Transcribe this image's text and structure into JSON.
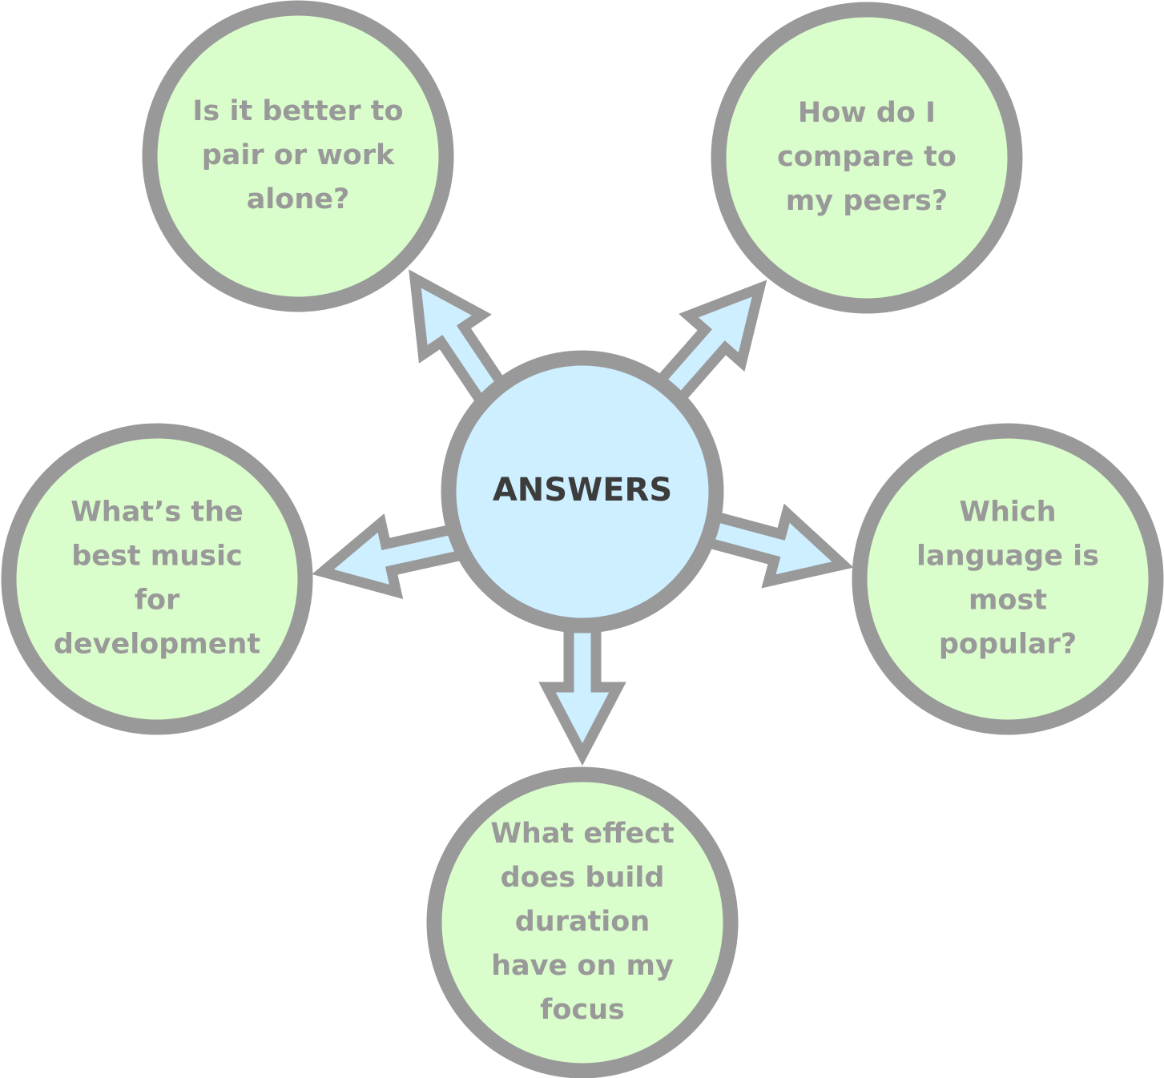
{
  "colors": {
    "outline": "#999999",
    "question_fill": "#d9fdcb",
    "center_fill": "#cdefff",
    "arrow_fill": "#cdefff",
    "question_text": "#999999",
    "center_text": "#3c3c3c"
  },
  "center": {
    "label": "ANSWERS"
  },
  "questions": [
    {
      "id": "pair-or-alone",
      "lines": [
        "Is it better to",
        "pair or work",
        "alone?"
      ]
    },
    {
      "id": "compare-peers",
      "lines": [
        "How do I",
        "compare to",
        "my peers?"
      ]
    },
    {
      "id": "language-popular",
      "lines": [
        "Which",
        "language is",
        "most",
        "popular?"
      ]
    },
    {
      "id": "build-duration",
      "lines": [
        "What effect",
        "does build",
        "duration",
        "have on my",
        "focus"
      ]
    },
    {
      "id": "best-music",
      "lines": [
        "What’s the",
        "best music",
        "for",
        "development"
      ]
    }
  ]
}
